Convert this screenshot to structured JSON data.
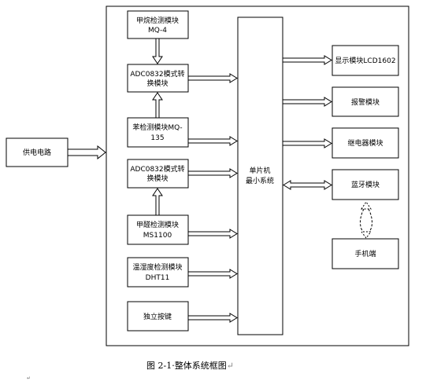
{
  "figure": {
    "caption": "图 2-1·整体系统框图",
    "caption_mark": "↵",
    "corner_mark": "↵"
  },
  "blocks": {
    "power": "供电电路",
    "methane_sensor": [
      "甲烷检测模块",
      "MQ-4"
    ],
    "adc_top": [
      "ADC0832模式转",
      "换模块"
    ],
    "benzene_sensor": [
      "苯检测模块MQ-",
      "135"
    ],
    "adc_bottom": [
      "ADC0832模式转",
      "换模块"
    ],
    "formaldehyde_sensor": [
      "甲醛检测模块",
      "MS1100"
    ],
    "temp_humidity": [
      "温湿度检测模块",
      "DHT11"
    ],
    "button": "独立按键",
    "mcu": [
      "单片机",
      "最小系统"
    ],
    "lcd": "显示模块LCD1602",
    "alarm": "报警模块",
    "relay": "继电器模块",
    "bluetooth": "蓝牙模块",
    "phone": "手机端"
  }
}
